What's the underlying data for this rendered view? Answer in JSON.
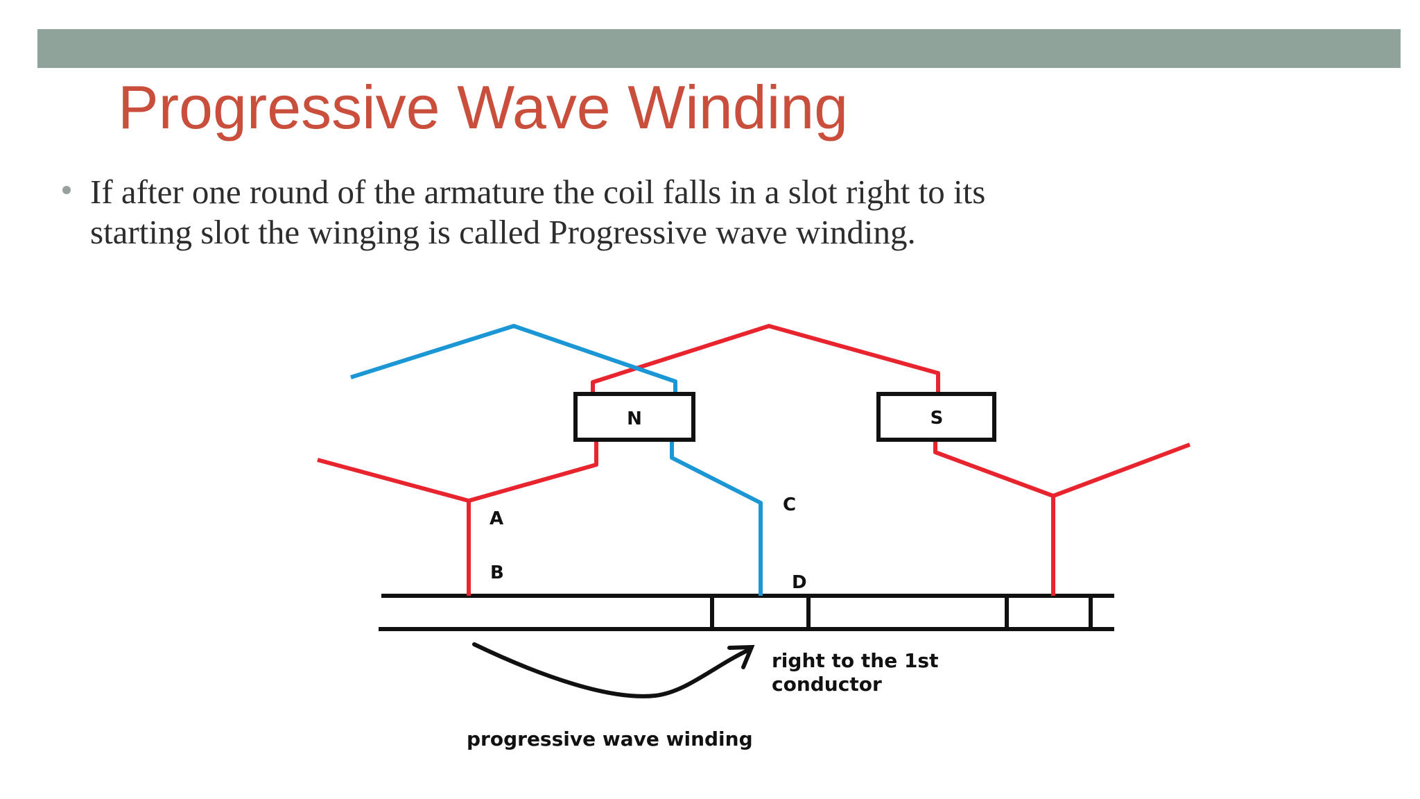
{
  "slide": {
    "title": "Progressive Wave Winding",
    "title_color": "#c94f3c",
    "header_bar_color": "#8fa39a",
    "bullet": {
      "line1": "If after one round of the armature the coil falls in a slot right to its",
      "line2": "starting slot the winging is called Progressive wave winding."
    }
  },
  "diagram": {
    "poles": {
      "north": "N",
      "south": "S"
    },
    "points": {
      "a": "A",
      "b": "B",
      "c": "C",
      "d": "D"
    },
    "annotation_line1": "right to the 1st",
    "annotation_line2": "conductor",
    "caption": "progressive wave winding",
    "colors": {
      "red_coil": "#e8242f",
      "blue_coil": "#1b97d6",
      "outline": "#111111"
    }
  }
}
